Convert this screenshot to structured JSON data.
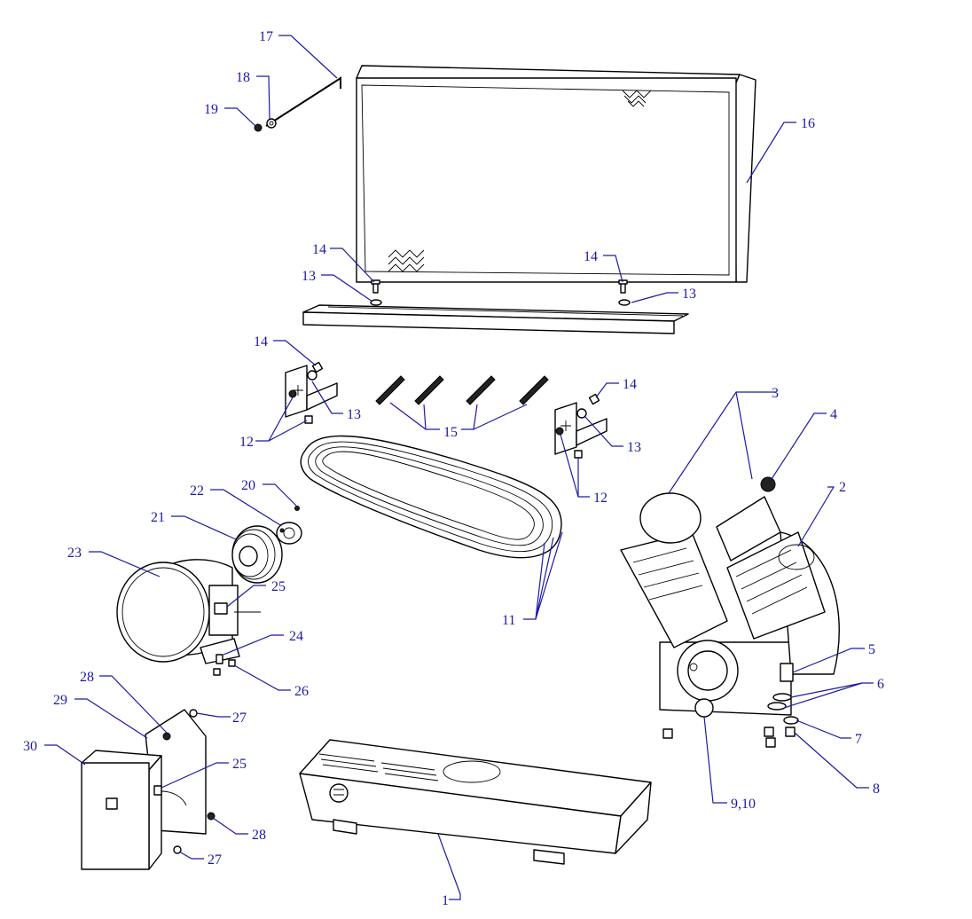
{
  "labels": {
    "l1": "1",
    "l2": "2",
    "l3": "3",
    "l4": "4",
    "l5": "5",
    "l6": "6",
    "l7": "7",
    "l8": "8",
    "l9_10": "9,10",
    "l11": "11",
    "l12a": "12",
    "l12b": "12",
    "l13a": "13",
    "l13b": "13",
    "l13c": "13",
    "l13d": "13",
    "l14a": "14",
    "l14b": "14",
    "l14c": "14",
    "l14d": "14",
    "l15": "15",
    "l16": "16",
    "l17": "17",
    "l18": "18",
    "l19": "19",
    "l20": "20",
    "l21": "21",
    "l22": "22",
    "l23": "23",
    "l24": "24",
    "l25a": "25",
    "l25b": "25",
    "l26": "26",
    "l27a": "27",
    "l27b": "27",
    "l28a": "28",
    "l28b": "28",
    "l29": "29",
    "l30": "30"
  },
  "colors": {
    "callout": "#1a1aa6",
    "line_art": "#000000",
    "background": "#ffffff"
  }
}
